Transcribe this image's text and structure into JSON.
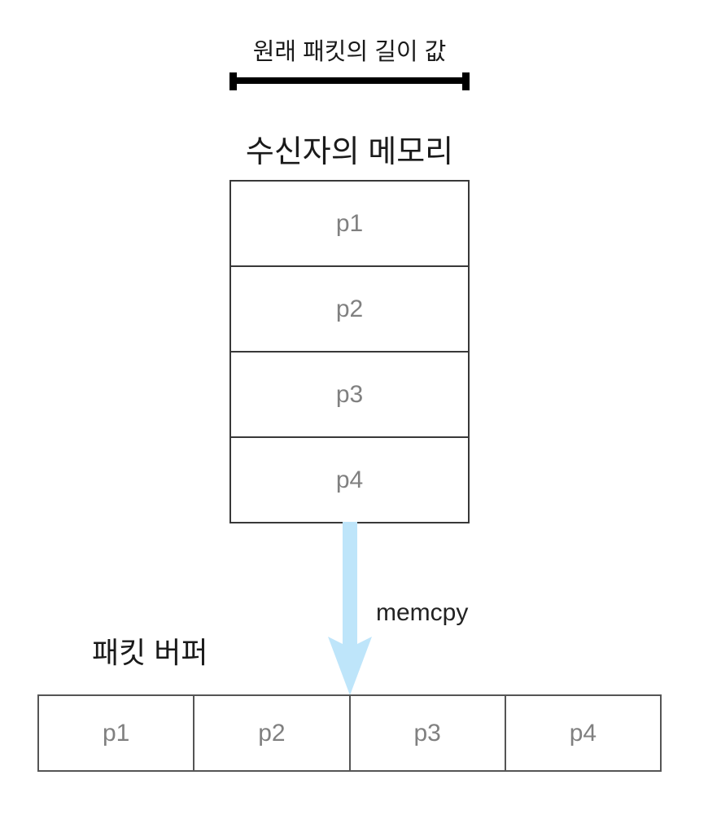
{
  "diagram": {
    "top_label": "원래 패킷의 길이 값",
    "memory_title": "수신자의 메모리",
    "memory_cells": [
      "p1",
      "p2",
      "p3",
      "p4"
    ],
    "arrow_label": "memcpy",
    "buffer_title": "패킷 버퍼",
    "buffer_cells": [
      "p1",
      "p2",
      "p3",
      "p4"
    ],
    "colors": {
      "background": "#ffffff",
      "bracket": "#000000",
      "label_text": "#1a1a1a",
      "memory_border": "#383838",
      "buffer_border": "#555555",
      "cell_text": "#808080",
      "arrow": "#bee5fa"
    }
  }
}
